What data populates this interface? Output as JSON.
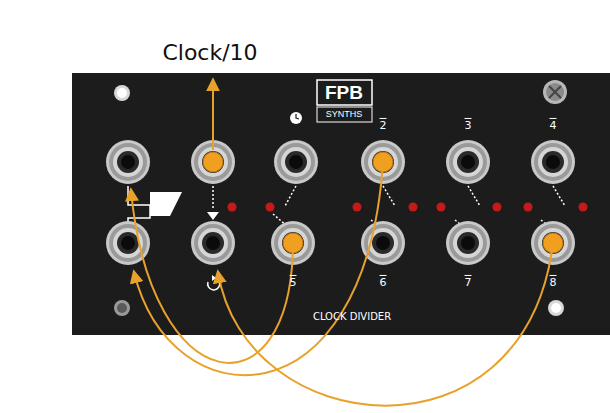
{
  "diagram": {
    "labels": [
      "Clock/10",
      "FPB",
      "SYNTHS",
      "2",
      "3",
      "4",
      "5",
      "6",
      "7",
      "8",
      "CLOCK DIVIDER"
    ]
  }
}
